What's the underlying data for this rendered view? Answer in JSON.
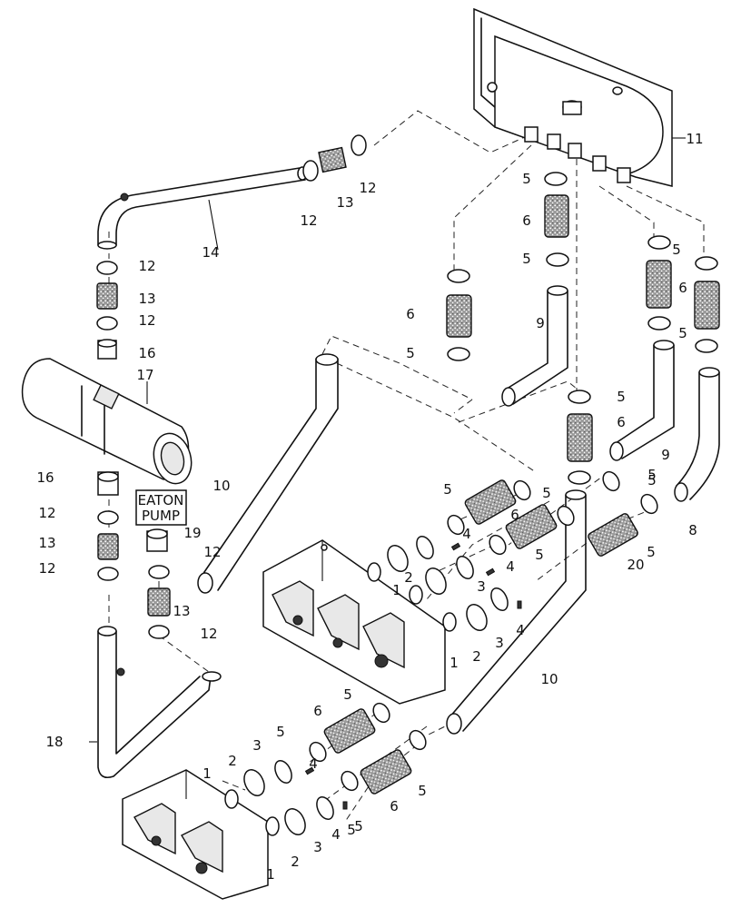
{
  "pump_label": {
    "line1": "EATON",
    "line2": "PUMP"
  },
  "callouts": [
    {
      "id": "c11a",
      "text": "11"
    },
    {
      "id": "c12a",
      "text": "12"
    },
    {
      "id": "c13a",
      "text": "13"
    },
    {
      "id": "c12b",
      "text": "12"
    },
    {
      "id": "c14",
      "text": "14"
    },
    {
      "id": "c5a",
      "text": "5"
    },
    {
      "id": "c6a",
      "text": "6"
    },
    {
      "id": "c5b",
      "text": "5"
    },
    {
      "id": "c5c",
      "text": "5"
    },
    {
      "id": "c6c",
      "text": "6"
    },
    {
      "id": "c5d",
      "text": "5"
    },
    {
      "id": "c12c",
      "text": "12"
    },
    {
      "id": "c13c",
      "text": "13"
    },
    {
      "id": "c12d",
      "text": "12"
    },
    {
      "id": "c16a",
      "text": "16"
    },
    {
      "id": "c17",
      "text": "17"
    },
    {
      "id": "c6b",
      "text": "6"
    },
    {
      "id": "c5e",
      "text": "5"
    },
    {
      "id": "c9a",
      "text": "9"
    },
    {
      "id": "c5f",
      "text": "5"
    },
    {
      "id": "c6d",
      "text": "6"
    },
    {
      "id": "c9b",
      "text": "9"
    },
    {
      "id": "c5g",
      "text": "5"
    },
    {
      "id": "c8",
      "text": "8"
    },
    {
      "id": "c10a",
      "text": "10"
    },
    {
      "id": "c16b",
      "text": "16"
    },
    {
      "id": "c12e",
      "text": "12"
    },
    {
      "id": "c13e",
      "text": "13"
    },
    {
      "id": "c12f",
      "text": "12"
    },
    {
      "id": "c19",
      "text": "19"
    },
    {
      "id": "c12g",
      "text": "12"
    },
    {
      "id": "c13g",
      "text": "13"
    },
    {
      "id": "c12h",
      "text": "12"
    },
    {
      "id": "c5h",
      "text": "5"
    },
    {
      "id": "c5i",
      "text": "5"
    },
    {
      "id": "c6e",
      "text": "6"
    },
    {
      "id": "c5j",
      "text": "5"
    },
    {
      "id": "c4a",
      "text": "4"
    },
    {
      "id": "c3a",
      "text": "3"
    },
    {
      "id": "c2a",
      "text": "2"
    },
    {
      "id": "c1a",
      "text": "1"
    },
    {
      "id": "c5k",
      "text": "5"
    },
    {
      "id": "c20",
      "text": "20"
    },
    {
      "id": "c5l",
      "text": "5"
    },
    {
      "id": "c4b",
      "text": "4"
    },
    {
      "id": "c4c",
      "text": "4"
    },
    {
      "id": "c1b",
      "text": "1"
    },
    {
      "id": "c2b",
      "text": "2"
    },
    {
      "id": "c3b",
      "text": "3"
    },
    {
      "id": "c10b",
      "text": "10"
    },
    {
      "id": "c18",
      "text": "18"
    },
    {
      "id": "c5m",
      "text": "5"
    },
    {
      "id": "c6f",
      "text": "6"
    },
    {
      "id": "c5n",
      "text": "5"
    },
    {
      "id": "c3c",
      "text": "3"
    },
    {
      "id": "c2c",
      "text": "2"
    },
    {
      "id": "c1c",
      "text": "1"
    },
    {
      "id": "c4d",
      "text": "4"
    },
    {
      "id": "c5o",
      "text": "5"
    },
    {
      "id": "c6g",
      "text": "6"
    },
    {
      "id": "c5p",
      "text": "5"
    },
    {
      "id": "c1d",
      "text": "1"
    },
    {
      "id": "c2d",
      "text": "2"
    },
    {
      "id": "c3d",
      "text": "3"
    },
    {
      "id": "c4e",
      "text": "4"
    },
    {
      "id": "c5q",
      "text": "5"
    }
  ]
}
